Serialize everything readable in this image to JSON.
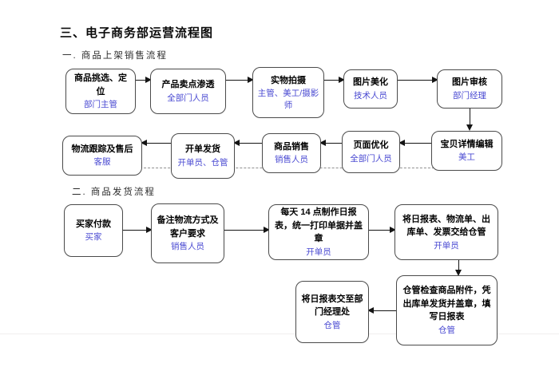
{
  "page": {
    "title": "三、电子商务部运营流程图",
    "section1_label": "一. 商品上架销售流程",
    "section2_label": "二. 商品发货流程"
  },
  "colors": {
    "role_text": "#4a4ad2",
    "node_border": "#4a4a4a",
    "arrow": "#141414"
  },
  "flow1": {
    "row1": [
      {
        "title": "商品挑选、定位",
        "role": "部门主管"
      },
      {
        "title": "产品卖点渗透",
        "role": "全部门人员"
      },
      {
        "title": "实物拍摄",
        "role": "主管、美工/摄影师"
      },
      {
        "title": "图片美化",
        "role": "技术人员"
      },
      {
        "title": "图片审核",
        "role": "部门经理"
      }
    ],
    "row2": [
      {
        "title": "物流跟踪及售后",
        "role": "客服"
      },
      {
        "title": "开单发货",
        "role": "开单员、仓管"
      },
      {
        "title": "商品销售",
        "role": "销售人员"
      },
      {
        "title": "页面优化",
        "role": "全部门人员"
      },
      {
        "title": "宝贝详情编辑",
        "role": "美工"
      }
    ]
  },
  "flow2": {
    "row1": [
      {
        "title": "买家付款",
        "role": "买家"
      },
      {
        "title": "备注物流方式及客户要求",
        "role": "销售人员"
      },
      {
        "title": "每天 14 点制作日报表，统一打印单据并盖章",
        "role": "开单员"
      },
      {
        "title": "将日报表、物流单、出库单、发票交给仓管",
        "role": "开单员"
      }
    ],
    "row2": [
      {
        "title": "将日报表交至部门经理处",
        "role": "仓管"
      },
      {
        "title": "仓管检查商品附件，凭出库单发货并盖章，填写日报表",
        "role": "仓管"
      }
    ]
  }
}
